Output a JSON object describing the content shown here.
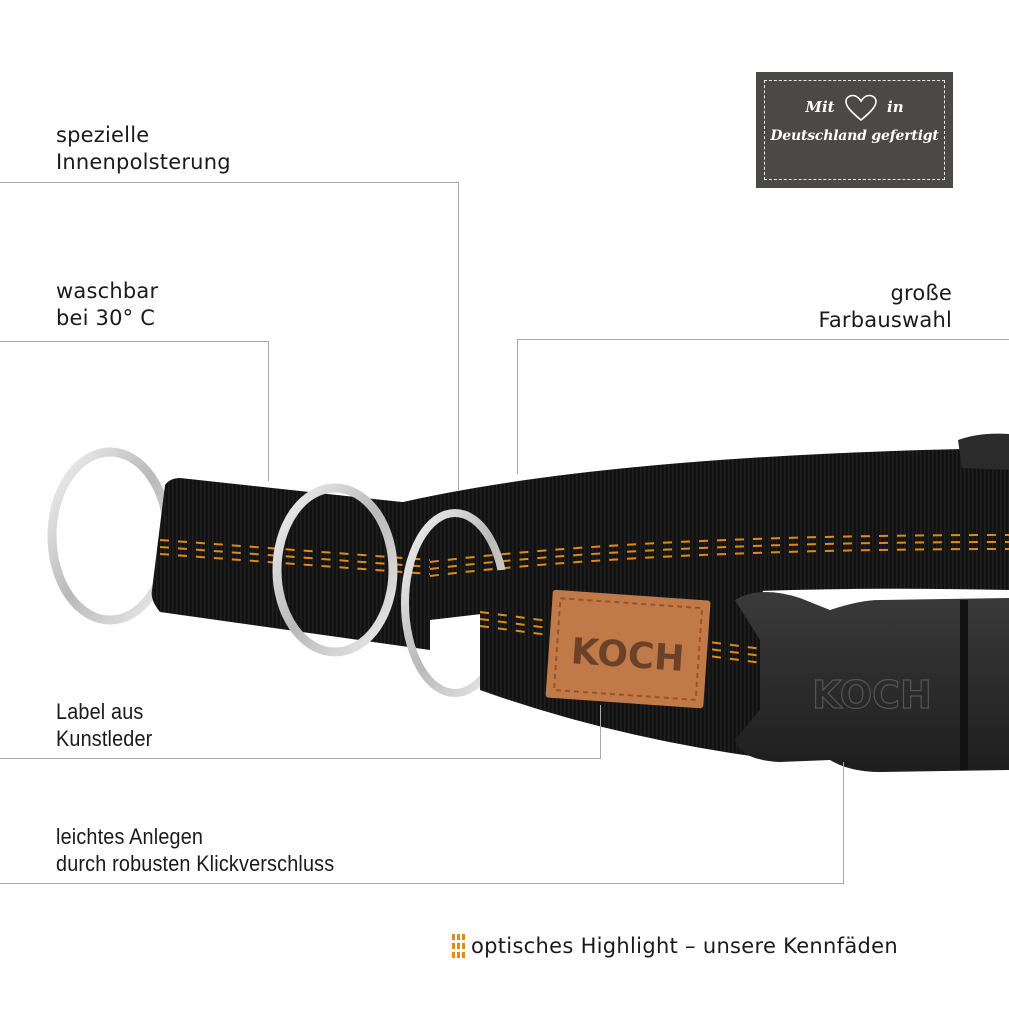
{
  "badge": {
    "line1_left": "Mit",
    "line1_right": "in",
    "heart_icon": "heart-outline",
    "line2": "Deutschland gefertigt"
  },
  "features": [
    {
      "id": "padding",
      "lines": [
        "spezielle",
        "Innenpolsterung"
      ],
      "align": "left"
    },
    {
      "id": "washable",
      "lines": [
        "waschbar",
        "bei 30° C"
      ],
      "align": "left"
    },
    {
      "id": "colors",
      "lines": [
        "große",
        "Farbauswahl"
      ],
      "align": "right"
    },
    {
      "id": "label",
      "lines": [
        "Label aus",
        "Kunstleder"
      ],
      "align": "left"
    },
    {
      "id": "buckle",
      "lines": [
        "leichtes Anlegen",
        "durch robusten Klickverschluss"
      ],
      "align": "left"
    }
  ],
  "legend": {
    "icon": "orange-thread-marks",
    "text": "optisches Highlight – unsere Kennfäden"
  },
  "product": {
    "brand_label": "KOCH",
    "buckle_emboss": "KOCH"
  },
  "colors": {
    "webbing": "#111111",
    "thread_accent": "#e08a1c",
    "leather_label": "#c07a4a",
    "buckle": "#2a2a2a",
    "ring": "#d8d8d8",
    "callout_line": "#a8a8a8",
    "badge_bg": "#4a4948"
  }
}
